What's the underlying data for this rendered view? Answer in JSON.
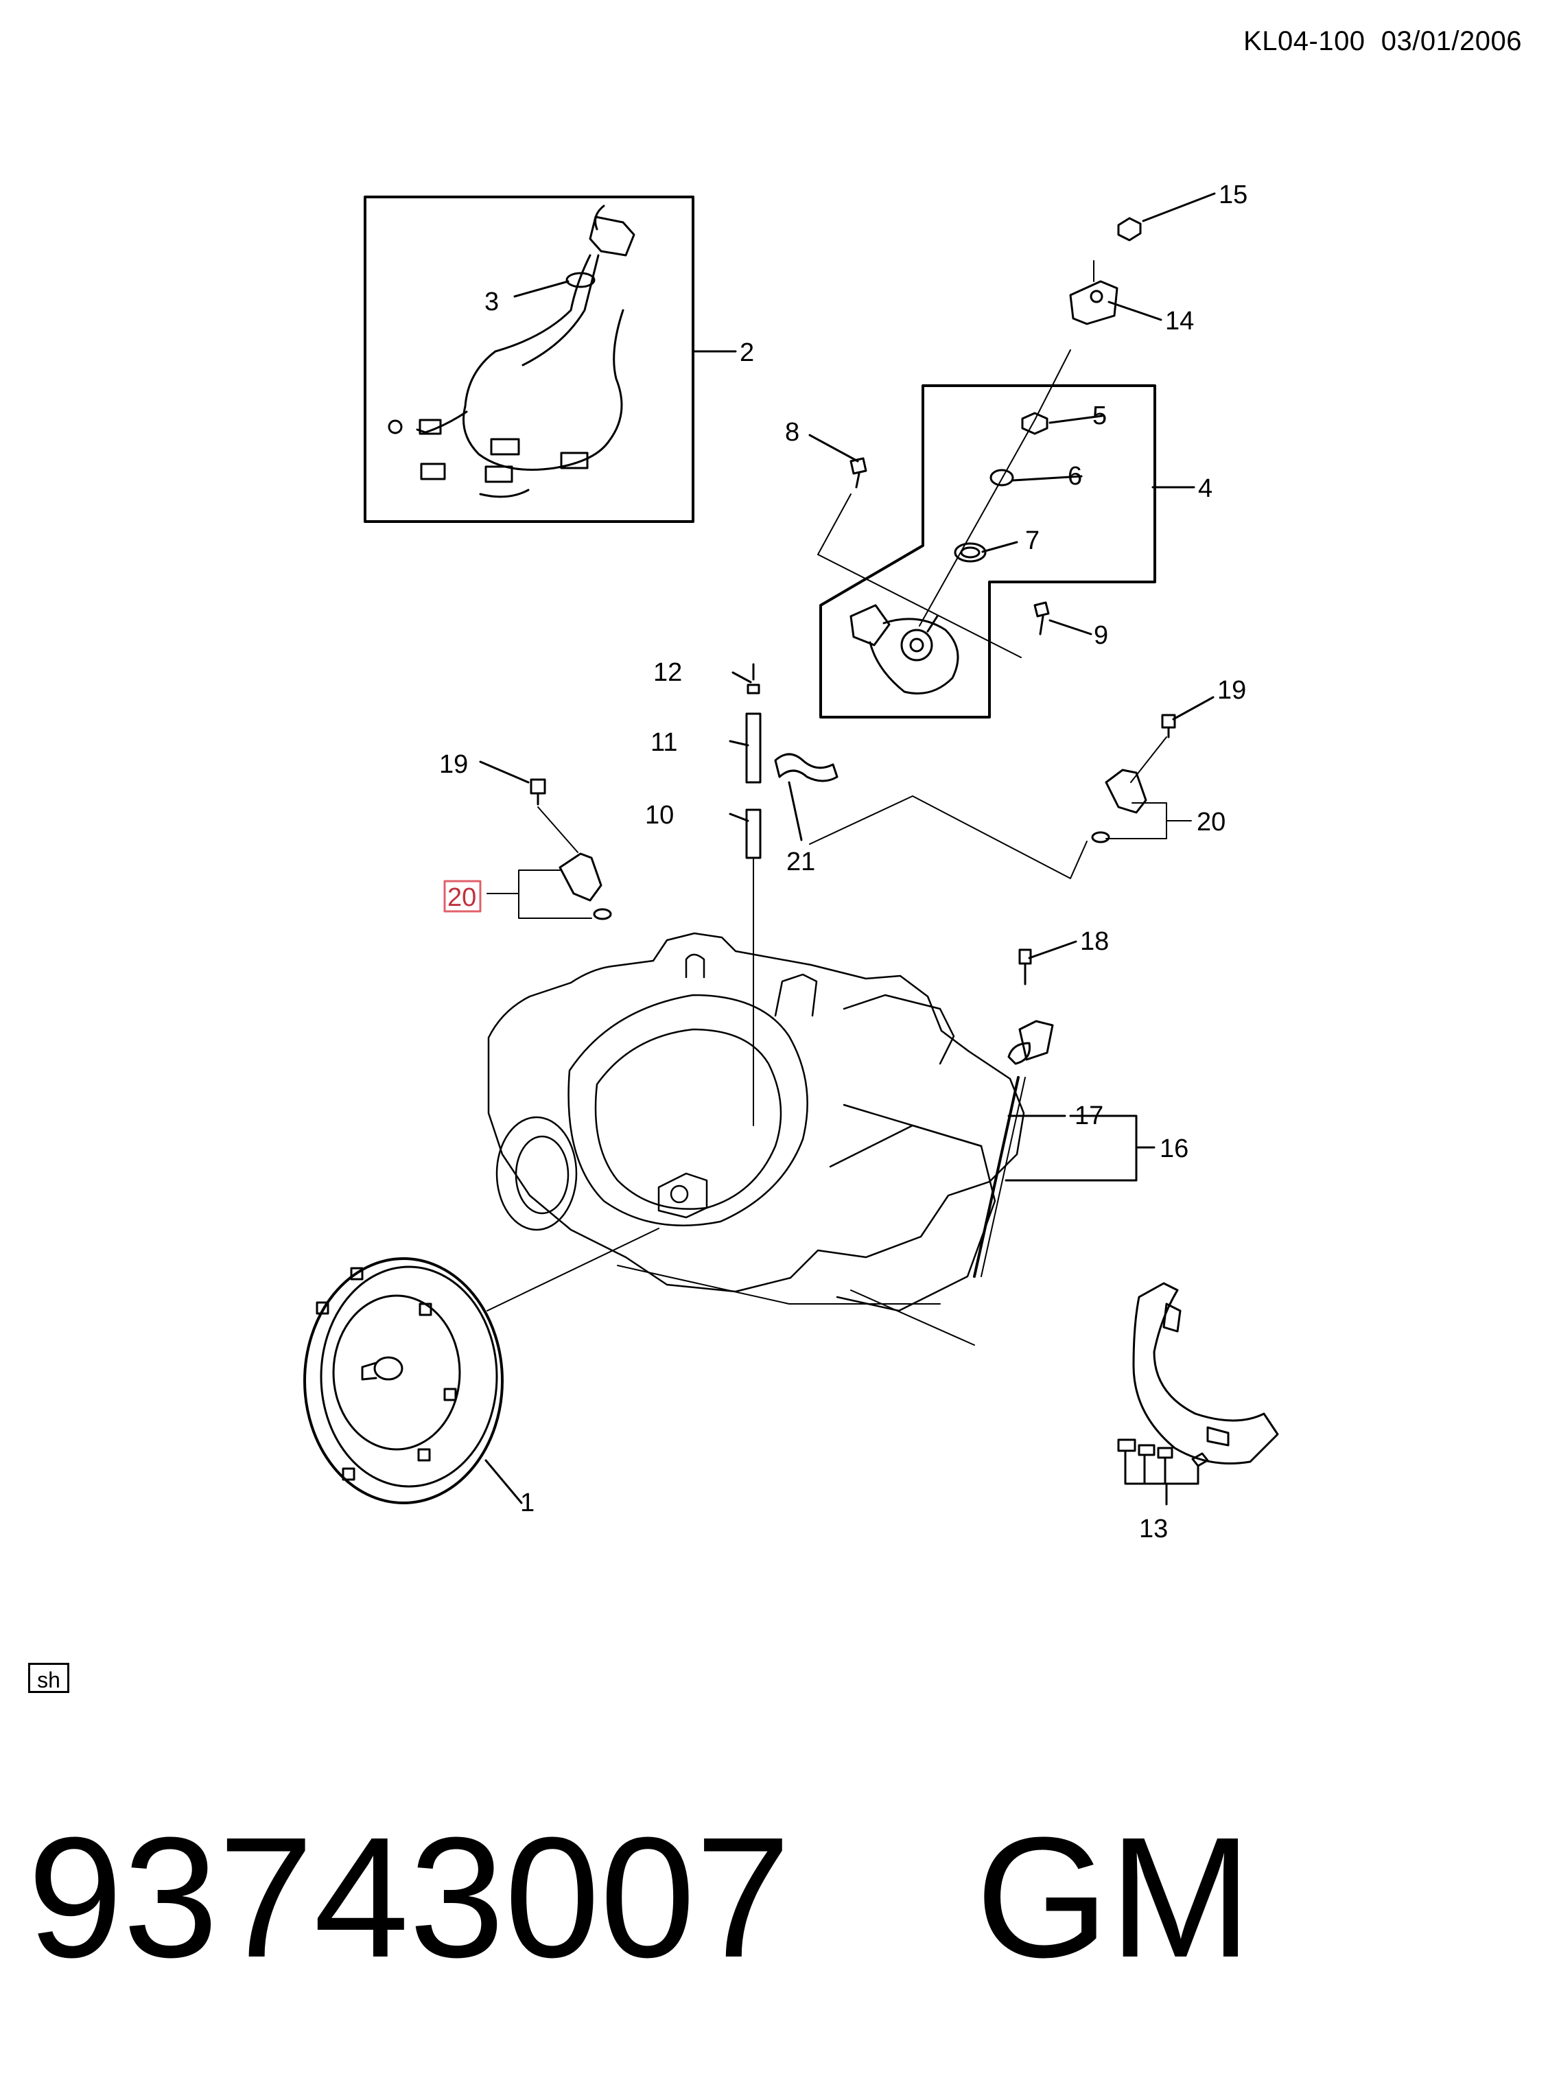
{
  "header": {
    "code": "KL04-100",
    "date": "03/01/2006"
  },
  "callouts": [
    "1",
    "2",
    "3",
    "4",
    "5",
    "6",
    "7",
    "8",
    "9",
    "10",
    "11",
    "12",
    "13",
    "14",
    "15",
    "16",
    "17",
    "18",
    "19",
    "19",
    "20",
    "20",
    "21"
  ],
  "highlighted_callout": "20",
  "sheet_tag": "sh",
  "footer": {
    "part_number": "93743007",
    "brand": "GM"
  }
}
